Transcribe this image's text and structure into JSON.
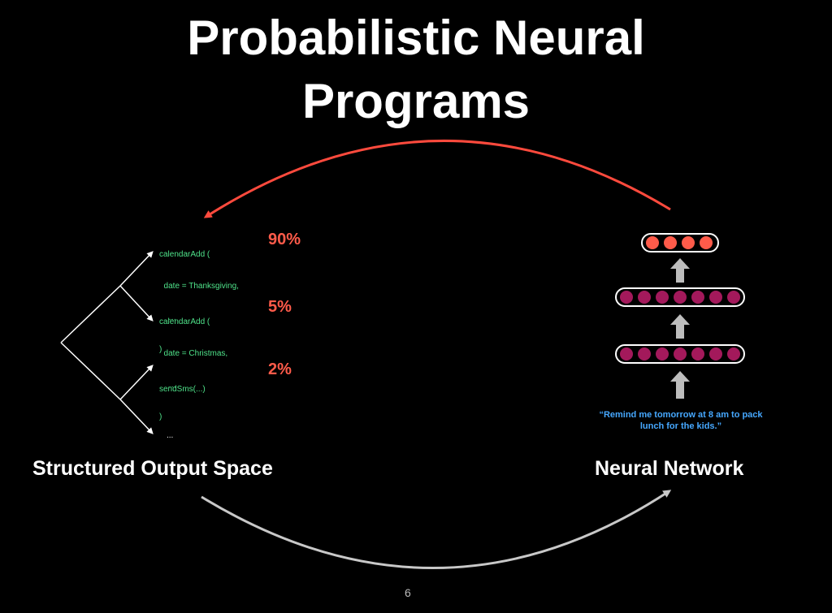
{
  "slide": {
    "title_line1": "Probabilistic Neural",
    "title_line2": "Programs",
    "page_number": "6"
  },
  "output_space": {
    "label": "Structured Output Space",
    "candidates": [
      {
        "lines": [
          "calendarAdd (",
          "  date = Thanksgiving,",
          "    …",
          ")"
        ],
        "probability": "90%"
      },
      {
        "lines": [
          "calendarAdd (",
          "  date = Christmas,",
          "    …",
          ")"
        ],
        "probability": "5%"
      },
      {
        "lines": [
          "sendSms(...)"
        ],
        "probability": "2%"
      }
    ],
    "ellipsis": "..."
  },
  "network": {
    "label": "Neural Network",
    "input_text_line1": "“Remind me tomorrow at 8 am to pack",
    "input_text_line2": "lunch for the kids.”",
    "output_layer_units": 4,
    "hidden_layer_units": 7,
    "colors": {
      "output": "#ff5b4a",
      "hidden": "#a3195b",
      "arrow": "#bdbdbd"
    }
  },
  "colors": {
    "feedback_arrow": "#ff4a3d",
    "bottom_arrow": "#c8c8c8",
    "code": "#4fe38a",
    "probability": "#ff5b4a",
    "input_text": "#46a8ff"
  }
}
